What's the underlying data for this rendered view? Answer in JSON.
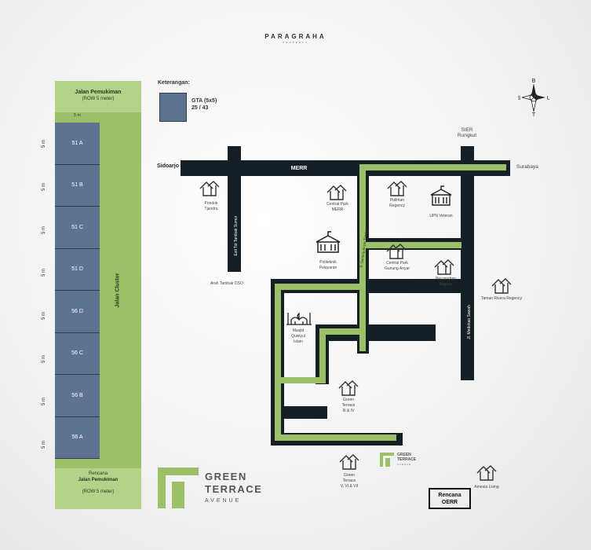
{
  "brand": {
    "name": "PARAGRAHA",
    "subtitle": "PROPERTY"
  },
  "lot_plan": {
    "top_road_title": "Jalan Pemukiman",
    "top_road_row": "(ROW 5 meter)",
    "width_label": "5 m",
    "lot_size_label": "5 m",
    "lots": [
      "51 A",
      "51 B",
      "51 C",
      "51 D",
      "56 D",
      "56 C",
      "56 B",
      "56 A"
    ],
    "cluster_road": "Jalan Cluster",
    "bottom_road_line1": "Rencana",
    "bottom_road_line2": "Jalan Pemukiman",
    "bottom_road_row": "(ROW 5 meter)"
  },
  "legend": {
    "title": "Keterangan:",
    "label": "GTA (5x5)",
    "count": "25 / 43"
  },
  "compass": {
    "n": "B",
    "s": "T",
    "w": "S",
    "e": "U"
  },
  "map": {
    "road_merr": "MERR",
    "sidoarjo": "Sidoarjo",
    "surabaya": "Surabaya",
    "sier_line1": "SIER",
    "sier_line2": "Rungkut",
    "exit_toll": "Exit Tol Tambak Sumur",
    "gunung_anyar": "Jl. Gunung Anyar Tambak",
    "medokan": "Jl. Medokan Sawah",
    "arah_tambak": "Arah Tambak OSO",
    "pondok_tjandra": "Pondok Tjandra",
    "central_park_merr_1": "Central Park",
    "central_park_merr_2": "MERR",
    "pullman_1": "Pullman",
    "pullman_2": "Regency",
    "upn_1": "UPN Veteran",
    "politeknik_1": "Politeknik",
    "politeknik_2": "Pelayaran",
    "cp_gunung_1": "Central Park",
    "cp_gunung_2": "Gunung Anyar",
    "wiguna_1": "Perumahan",
    "wiguna_2": "Wiguna",
    "taman_rivera": "Taman Rivera Regency",
    "masjid_1": "Masjid",
    "masjid_2": "Quwiyul",
    "masjid_3": "Islam",
    "gt_3_1": "Green",
    "gt_3_2": "Terrace",
    "gt_3_3": "III & IV",
    "gt_5_1": "Green",
    "gt_5_2": "Terrace",
    "gt_5_3": "V, VI & VII",
    "amesta": "Amesta Living",
    "rencana_1": "Rencana",
    "rencana_2": "OERR",
    "mini_logo_1": "GREEN",
    "mini_logo_2": "TERRACE",
    "mini_logo_3": "AVENUE"
  },
  "logo": {
    "line1": "GREEN",
    "line2": "TERRACE",
    "line3": "AVENUE"
  },
  "colors": {
    "road": "#152026",
    "green_road": "#9cc068",
    "lot": "#5e7390"
  }
}
